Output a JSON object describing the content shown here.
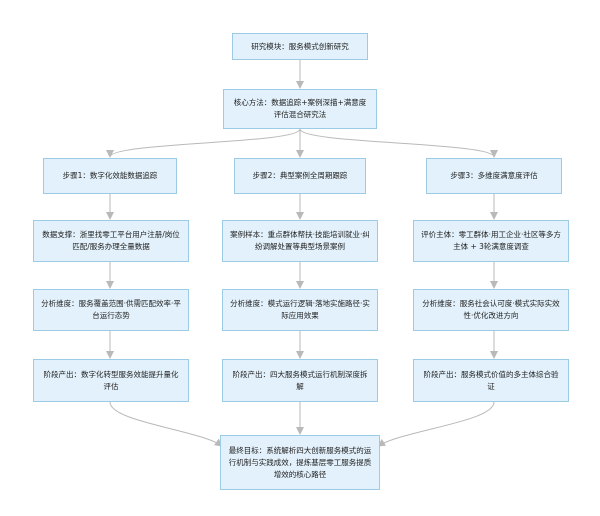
{
  "nodes": {
    "module": "研究模块：服务模式创新研究",
    "method": "核心方法：数据追踪+案例深描+满意度评估混合研究法",
    "step1": "步骤1：数字化效能数据追踪",
    "step2": "步骤2：典型案例全周期跟踪",
    "step3": "步骤3：多维度满意度评估",
    "data_support": "数据支撑：浙里找零工平台用户注册/岗位匹配/服务办理全量数据",
    "case_sample": "案例样本：重点群体帮扶·技能培训就业·纠纷调解处置等典型场景案例",
    "eval_subject": "评价主体：零工群体·用工企业·社区等多方主体 + 3轮满意度调查",
    "analysis1": "分析维度：服务覆盖范围·供需匹配效率·平台运行态势",
    "analysis2": "分析维度：模式运行逻辑·落地实施路径·实际应用效果",
    "analysis3": "分析维度：服务社会认可度·模式实际实效性·优化改进方向",
    "output1": "阶段产出：数字化转型服务效能提升量化评估",
    "output2": "阶段产出：四大服务模式运行机制深度拆解",
    "output3": "阶段产出：服务模式价值的多主体综合验证",
    "goal": "最终目标：系统解析四大创新服务模式的运行机制与实践成效，提炼基层零工服务提质增效的核心路径"
  },
  "colors": {
    "node_fill": "#e2f1fb",
    "node_border": "#9ccbe6",
    "edge": "#b9b9b9"
  }
}
